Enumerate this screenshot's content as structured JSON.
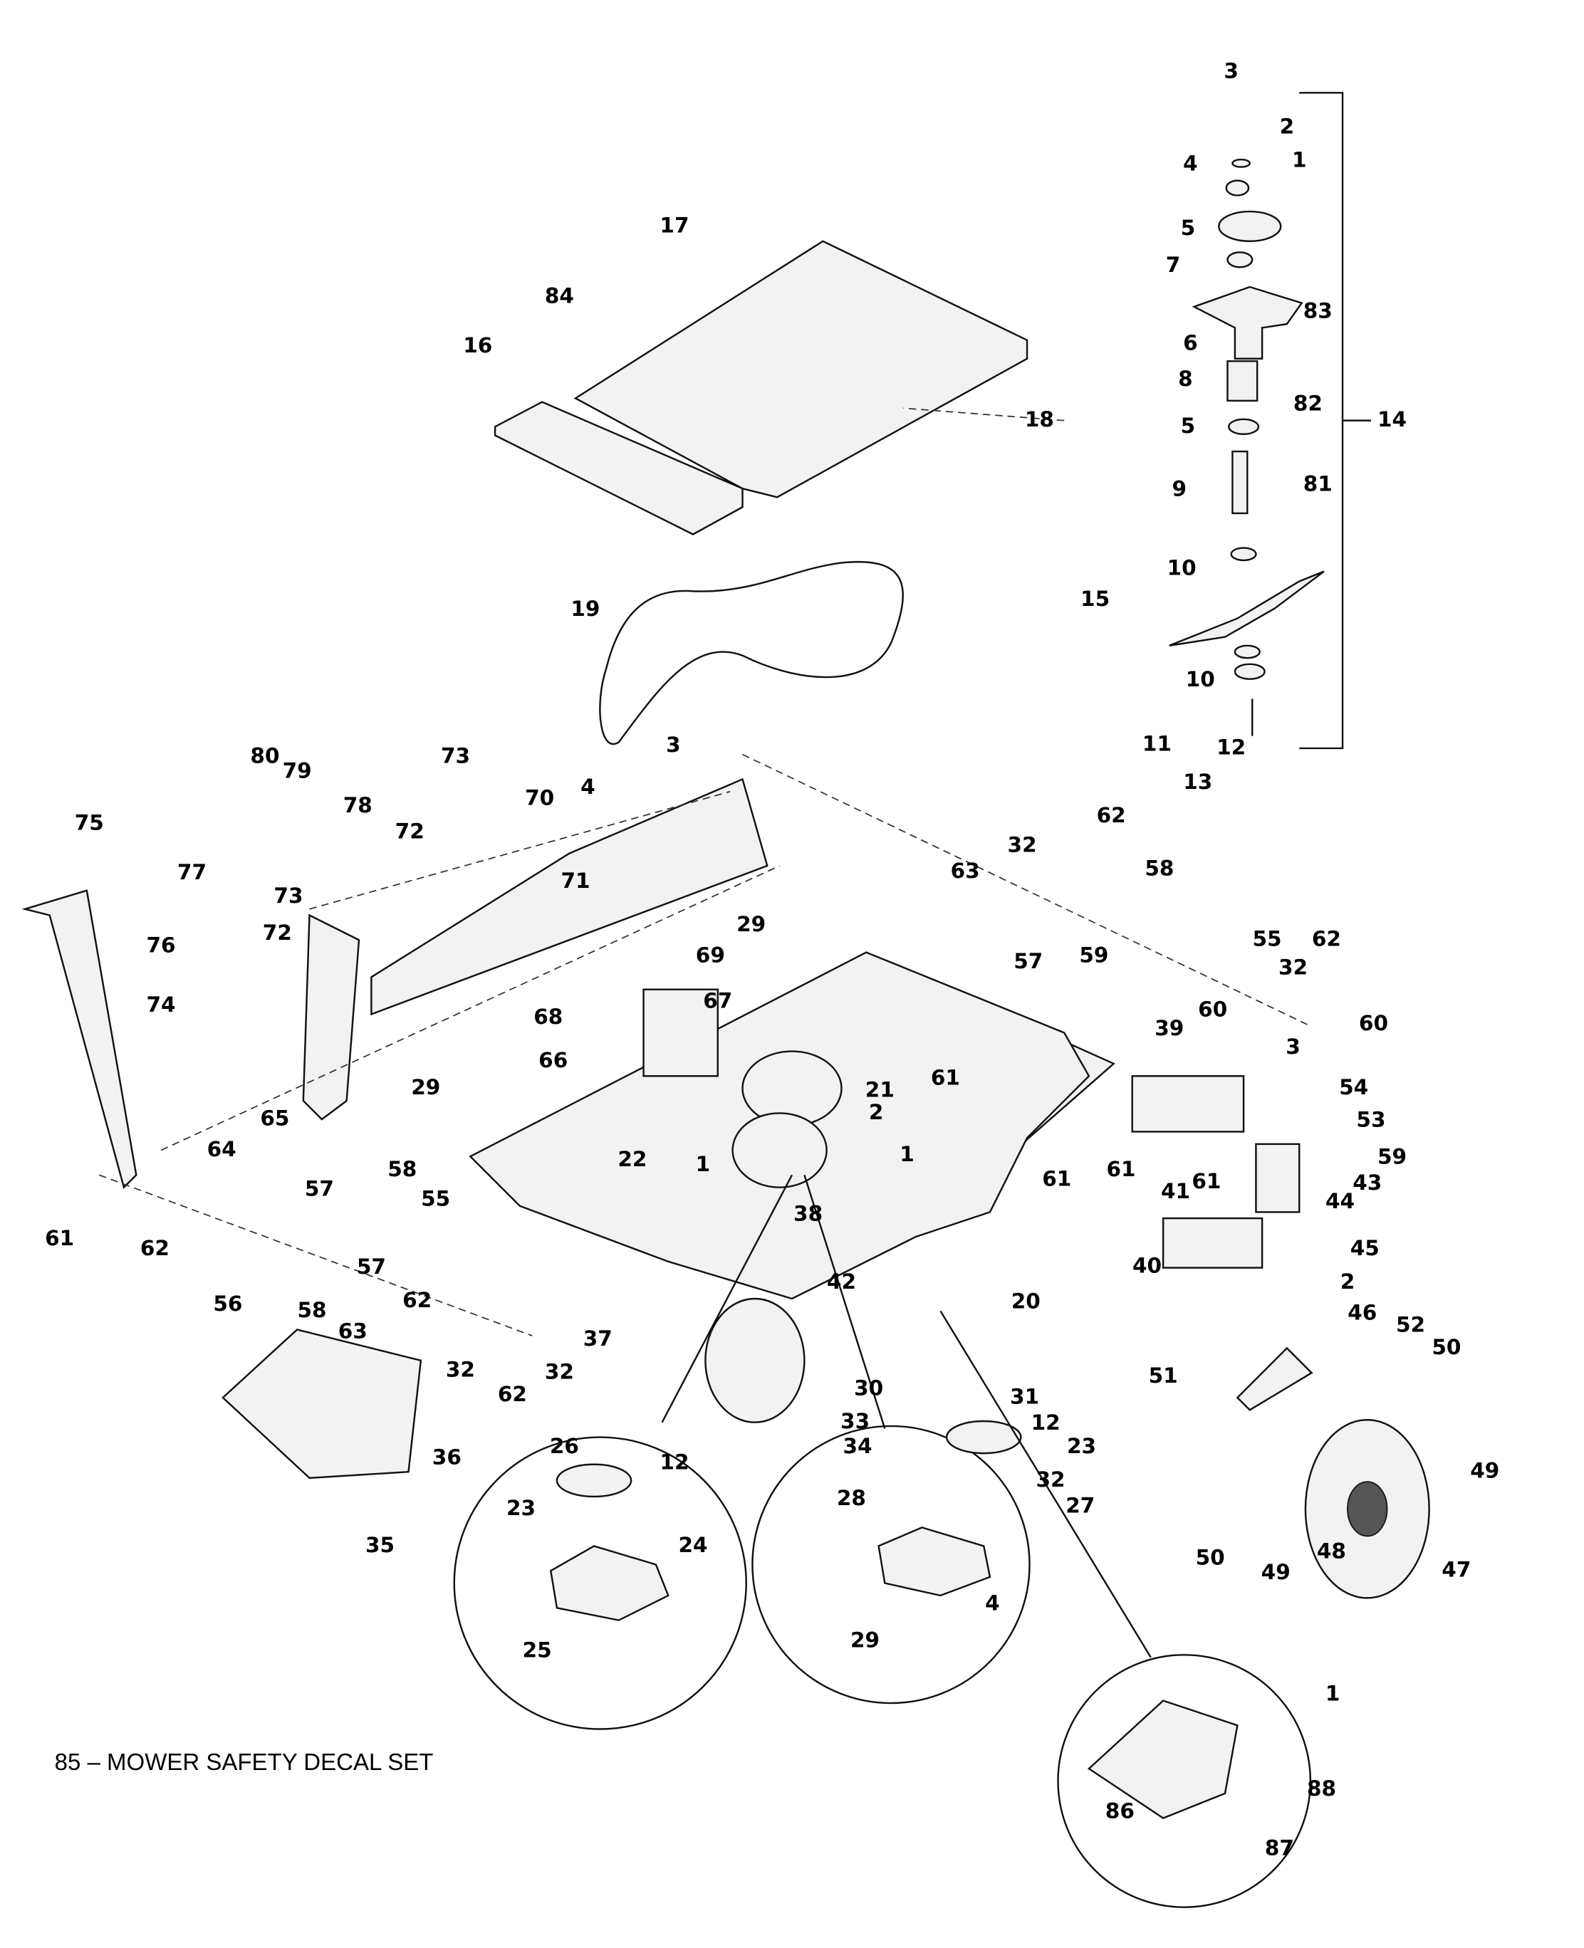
{
  "caption": "85 – MOWER SAFETY DECAL SET",
  "callouts": [
    "3",
    "2",
    "4",
    "1",
    "5",
    "7",
    "83",
    "6",
    "8",
    "82",
    "14",
    "5",
    "81",
    "9",
    "10",
    "15",
    "10",
    "11",
    "12",
    "13",
    "17",
    "84",
    "16",
    "18",
    "19",
    "3",
    "4",
    "70",
    "73",
    "80",
    "79",
    "78",
    "75",
    "77",
    "72",
    "71",
    "73",
    "76",
    "72",
    "74",
    "29",
    "69",
    "63",
    "32",
    "62",
    "58",
    "57",
    "55",
    "62",
    "32",
    "59",
    "60",
    "60",
    "39",
    "3",
    "54",
    "53",
    "59",
    "43",
    "44",
    "61",
    "21",
    "2",
    "1",
    "68",
    "67",
    "29",
    "66",
    "65",
    "64",
    "58",
    "57",
    "61",
    "62",
    "22",
    "1",
    "38",
    "61",
    "61",
    "61",
    "41",
    "45",
    "40",
    "2",
    "55",
    "56",
    "58",
    "57",
    "62",
    "42",
    "37",
    "20",
    "63",
    "32",
    "32",
    "62",
    "46",
    "52",
    "50",
    "51",
    "36",
    "35",
    "30",
    "31",
    "33",
    "12",
    "34",
    "23",
    "26",
    "12",
    "32",
    "49",
    "23",
    "28",
    "27",
    "24",
    "50",
    "49",
    "48",
    "47",
    "4",
    "29",
    "25",
    "1",
    "86",
    "88",
    "87"
  ]
}
